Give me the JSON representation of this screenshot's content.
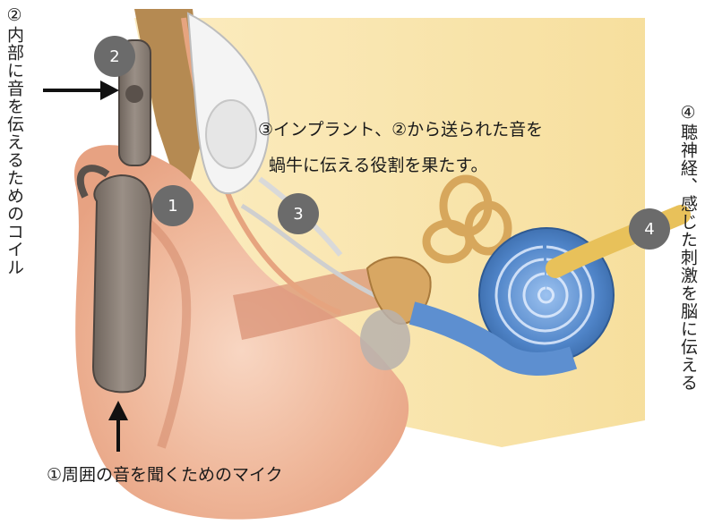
{
  "labels": {
    "coil": "②内部に音を伝えるためのコイル",
    "nerve": "④聴神経、感じた刺激を脳に伝える",
    "implant_line1": "③インプラント、②から送られた音を",
    "implant_line2": "蝸牛に伝える役割を果たす。",
    "mic": "①周囲の音を聞くためのマイク"
  },
  "badges": {
    "b1": "1",
    "b2": "2",
    "b3": "3",
    "b4": "4"
  },
  "colors": {
    "skin": "#f2c4a8",
    "skin_shadow": "#d98f72",
    "bone": "#f3dfa3",
    "processor": "#8a7f77",
    "cochlea": "#5d8fd0",
    "nerve": "#e8c15a",
    "badge": "#6b6b6b"
  }
}
